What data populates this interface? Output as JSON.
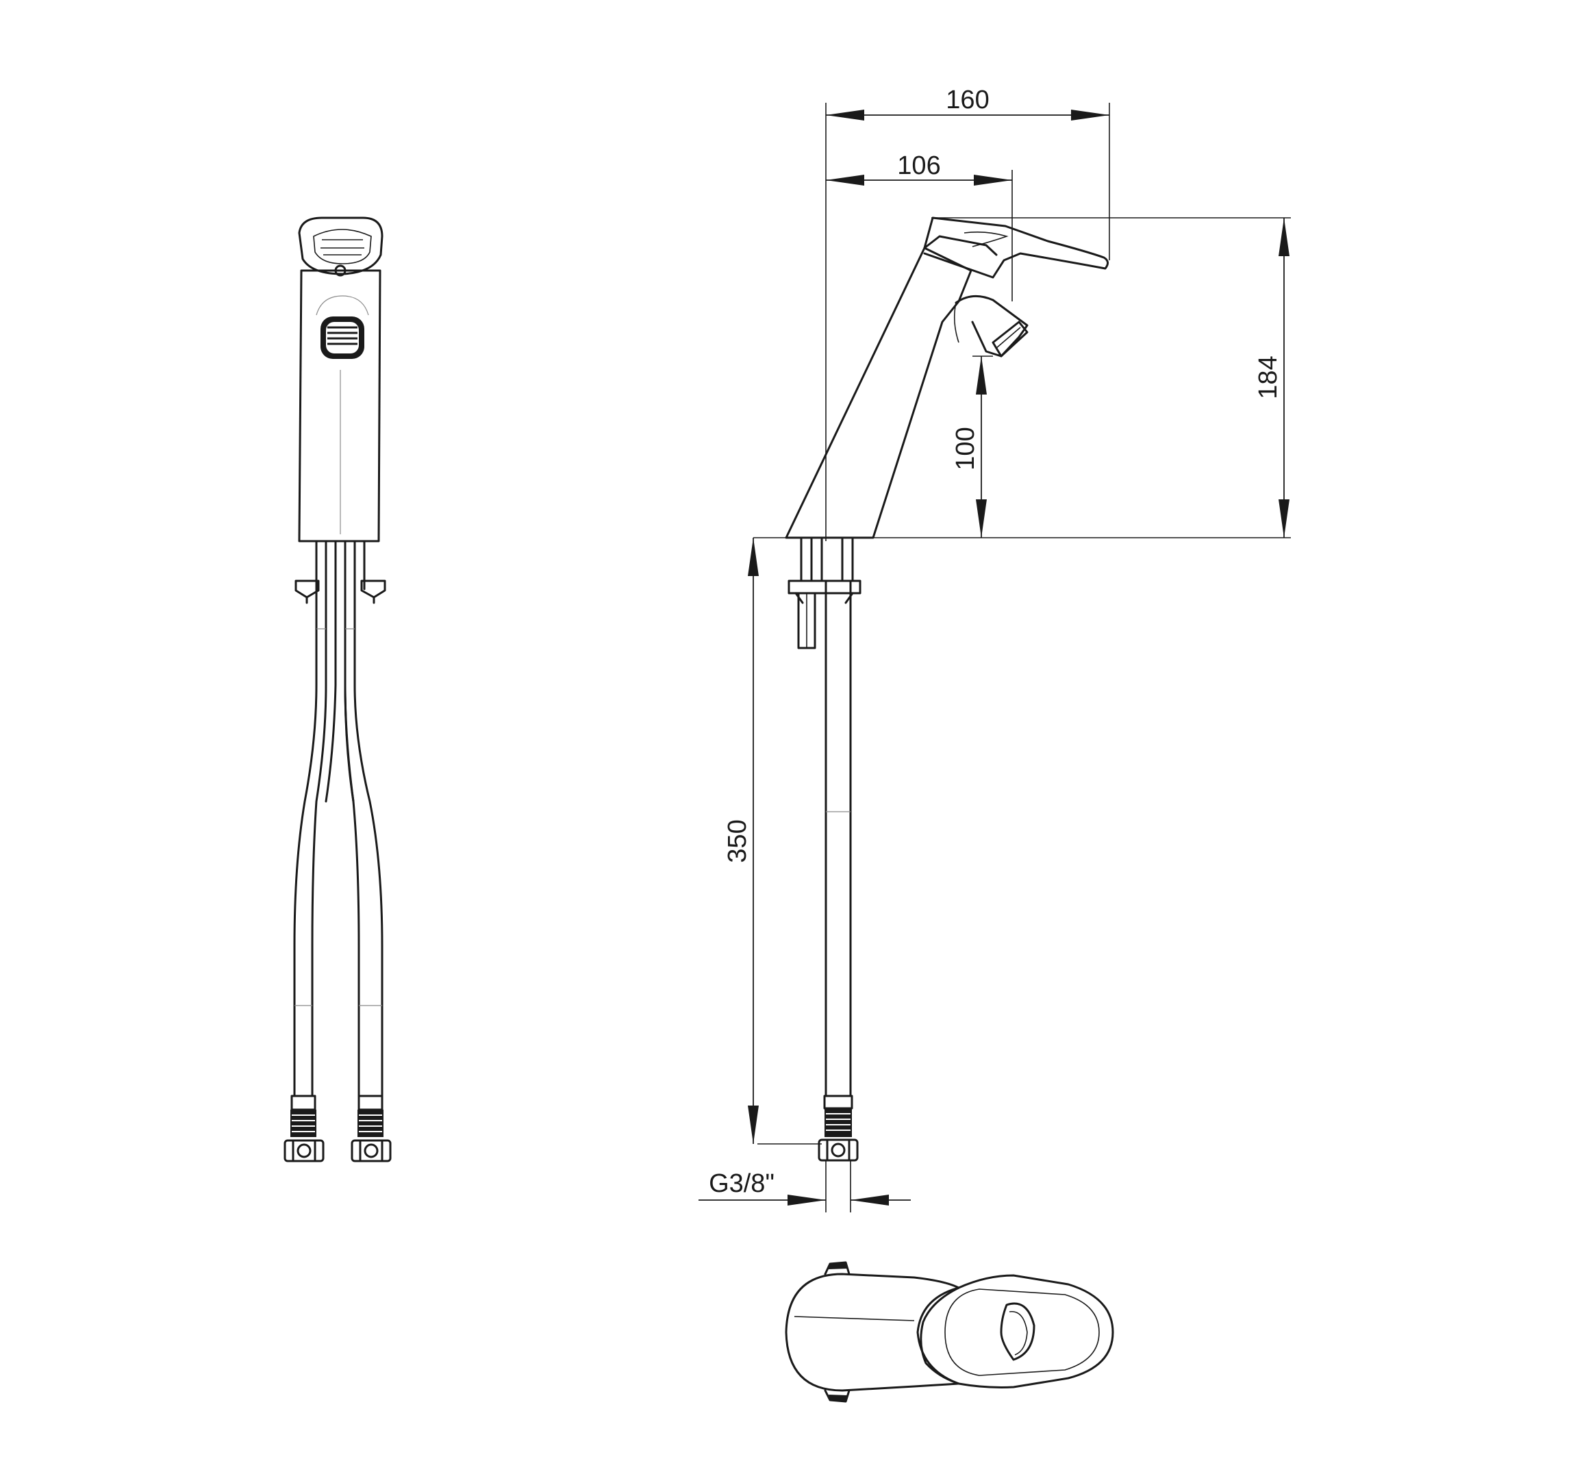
{
  "dimensions": {
    "outreach_total": "160",
    "outreach_spout": "106",
    "height_total": "184",
    "height_spout": "100",
    "hose_length": "350",
    "connection_thread": "G3/8\""
  },
  "views": [
    "front-view",
    "side-view",
    "top-view"
  ]
}
